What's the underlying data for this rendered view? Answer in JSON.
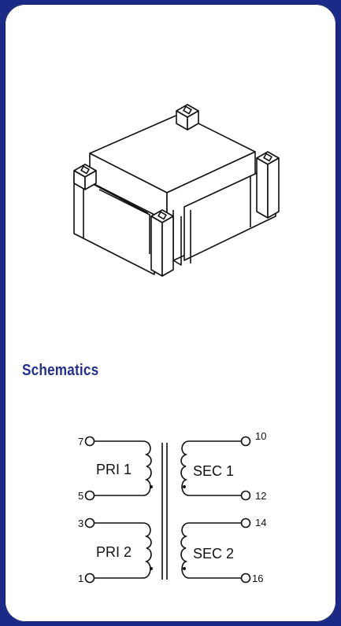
{
  "section": {
    "title": "Schematics"
  },
  "schematic": {
    "windings": [
      {
        "label": "PRI 1",
        "pins": [
          "7",
          "5"
        ]
      },
      {
        "label": "PRI 2",
        "pins": [
          "3",
          "1"
        ]
      },
      {
        "label": "SEC 1",
        "pins": [
          "10",
          "12"
        ]
      },
      {
        "label": "SEC 2",
        "pins": [
          "14",
          "16"
        ]
      }
    ]
  },
  "colors": {
    "frame": "#1b2a86",
    "title": "#24308c",
    "card": "#ffffff"
  }
}
